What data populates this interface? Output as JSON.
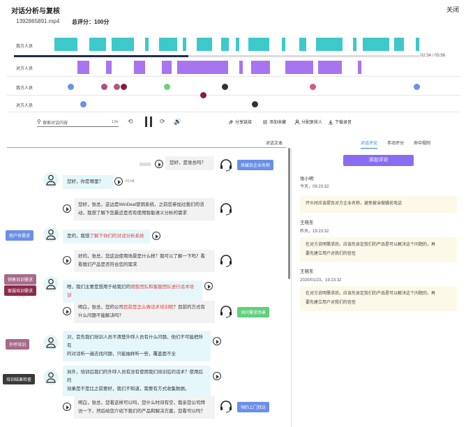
{
  "header": {
    "title": "对话分析与复核",
    "close_label": "关闭",
    "filename": "1392865891.mp4",
    "score": "总评分：100分"
  },
  "tracks": {
    "row1_label": "我方人员",
    "row2_label": "对方人员",
    "row3_label": "我方人员",
    "row4_label": "对方人员"
  },
  "player": {
    "time": "02:34 / 05:56",
    "progress_fraction": 0.43,
    "search_placeholder": "搜索对话内容",
    "speed": "1.5x",
    "rewind": "⟲",
    "forward": "⟳",
    "volume": "🔊"
  },
  "tools": {
    "share": "分享链接",
    "favorite": "添加收藏",
    "assign": "分配复核人",
    "download": "下载录音"
  },
  "transcript": {
    "section_title": "对话文本",
    "m1": "您好，是张总吗？",
    "m1_tag": "来媒及企业名称",
    "m2": "您好，你是哪里？",
    "m2_time": "01:04",
    "m3_l1": "您好，张总，这边是WinDeal营销系统，之前您参加过我们的活",
    "m3_l2": "动，我想了解下您最近是否有使用智能语义分析的需求",
    "m4_prefix": "是的，我想",
    "m4_red": "了解下你们的对话分析系统",
    "m4_tag": "用户有需求",
    "m5_l1": "好的，张总，您这边使用场景是什么样？我可以了解一下吗？看",
    "m5_l2": "看我们产品是否符合您的需求",
    "m6_prefix": "嗯，我们主要是想用于给我们的",
    "m6_red": "销售团队和客服团队进行话术培训",
    "m6_tag1": "销售培训需求",
    "m6_tag2": "客服培训需求",
    "m6_more": "……",
    "m7_l1_prefix": "明白，张总，您的公司",
    "m7_l1_red": "目前是怎么做话术培训呢",
    "m7_l1_suffix": "？目前的方式有",
    "m7_l2": "什么问题不能解决吗？",
    "m7_tag": "询问需求场景",
    "m8_l1": "对，首先我们培训人员不清楚外呼人员有什么问题，他们不可能把所有",
    "m8_l2": "的对话听一遍去找问题，只能抽样听一些，覆盖面不全",
    "m8_tag": "外呼培训",
    "m9_l1": "另外，培训后我们的外呼人员有没有使用我们培训后的话术？使用后的",
    "m9_l2": "效果是不是比之前要好，我们不知道，需要有方式收集数据。",
    "m9_tag": "培训结果检查",
    "m10_l1": "明白，张总，您看这样可以吗，您什么时间有空，我亲您公司拜",
    "m10_l2": "访一下，然后给您介绍下我们的产品和解决方案，您看可以吗？",
    "m10_tag": "预约上门拜访"
  },
  "right_panel": {
    "tabs": [
      "对话评论",
      "手动评分",
      "命中规则"
    ],
    "add_comment": "添加评论",
    "comments": [
      {
        "author": "张小明",
        "time": "今天，09:23:32",
        "text": "开头时应该提及对方企业名称，避免被当做骚扰电话"
      },
      {
        "author": "王晓东",
        "time": "昨天，19:23:32",
        "text_l1": "在对方说明需求后，应该先肯定我们的产品是可以解决这个问题的，再",
        "text_l2": "要先建立用户对我们的信任"
      },
      {
        "author": "王晓东",
        "time": "2020/01/23，19:23:32",
        "text_l1": "在对方说明需求后，应该先肯定我们的产品是可以解决这个问题的，再",
        "text_l2": "要先建立用户对我们的信任"
      }
    ]
  },
  "colors": {
    "teal": "#3dc9c9",
    "purple": "#a874f0",
    "accent": "#2a7fd4",
    "button": "#8a6cf0"
  }
}
